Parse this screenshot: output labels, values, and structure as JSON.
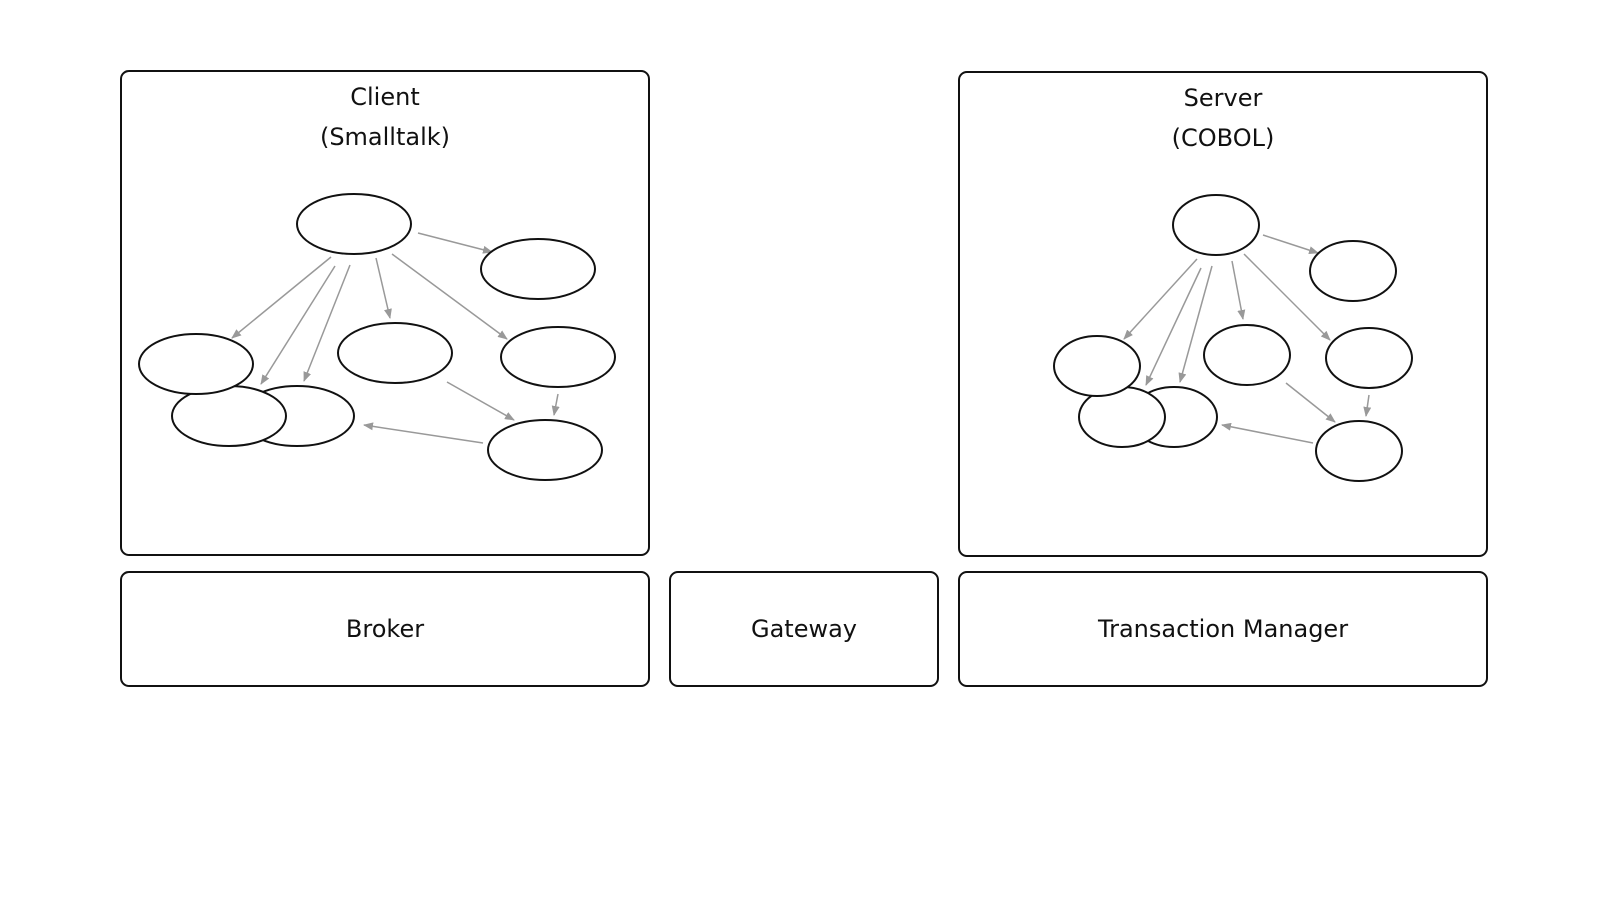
{
  "client": {
    "title_line1": "Client",
    "title_line2": "(Smalltalk)"
  },
  "server": {
    "title_line1": "Server",
    "title_line2": "(COBOL)"
  },
  "bottom": {
    "broker": "Broker",
    "gateway": "Gateway",
    "tm": "Transaction Manager"
  },
  "colors": {
    "border": "#111111",
    "arrow": "#999999",
    "background": "#ffffff"
  }
}
